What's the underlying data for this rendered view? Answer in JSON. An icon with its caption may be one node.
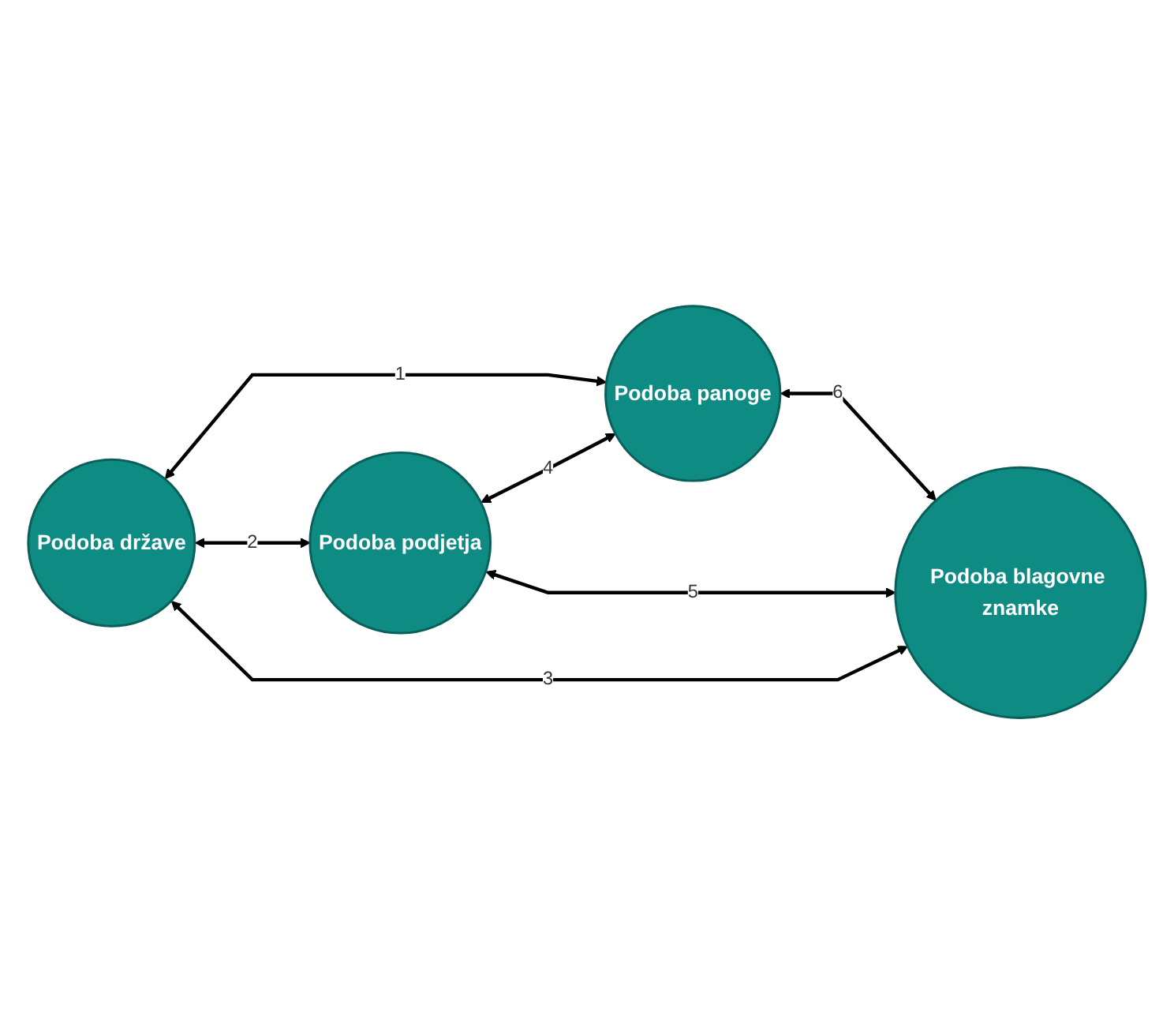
{
  "diagram": {
    "nodes": [
      {
        "text": [
          "Podoba države"
        ]
      },
      {
        "text": [
          "Podoba panoge"
        ]
      },
      {
        "text": [
          "Podoba podjetja"
        ]
      },
      {
        "text": [
          "Podoba blagovne znamke"
        ]
      }
    ],
    "edges": [
      {
        "from": 0,
        "to": 1,
        "arrow": "both",
        "label": "1"
      },
      {
        "from": 0,
        "to": 2,
        "arrow": "both",
        "label": "2"
      },
      {
        "from": 0,
        "to": 3,
        "arrow": "both",
        "label": "3"
      },
      {
        "from": 2,
        "to": 1,
        "arrow": "both",
        "label": "4"
      },
      {
        "from": 2,
        "to": 3,
        "arrow": "both",
        "label": "5"
      },
      {
        "from": 1,
        "to": 3,
        "arrow": "both",
        "label": "6"
      }
    ]
  }
}
